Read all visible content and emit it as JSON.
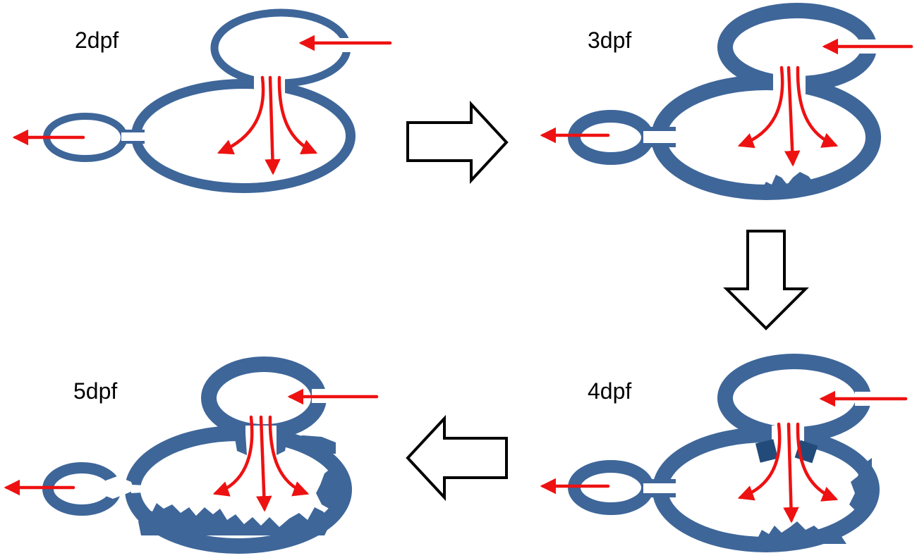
{
  "stages": [
    {
      "id": "2dpf",
      "label": "2dpf"
    },
    {
      "id": "3dpf",
      "label": "3dpf"
    },
    {
      "id": "4dpf",
      "label": "4dpf"
    },
    {
      "id": "5dpf",
      "label": "5dpf"
    }
  ],
  "colors": {
    "heart_wall": "#3e6699",
    "heart_wall_dark": "#2d5586",
    "valve_leaflet": "#234b7a",
    "blood_flow": "#ee1111",
    "transition_arrow_stroke": "#000000",
    "transition_arrow_fill": "#ffffff",
    "background": "#ffffff"
  },
  "icons": {
    "transition_1": "right-arrow",
    "transition_2": "down-arrow",
    "transition_3": "left-arrow"
  }
}
